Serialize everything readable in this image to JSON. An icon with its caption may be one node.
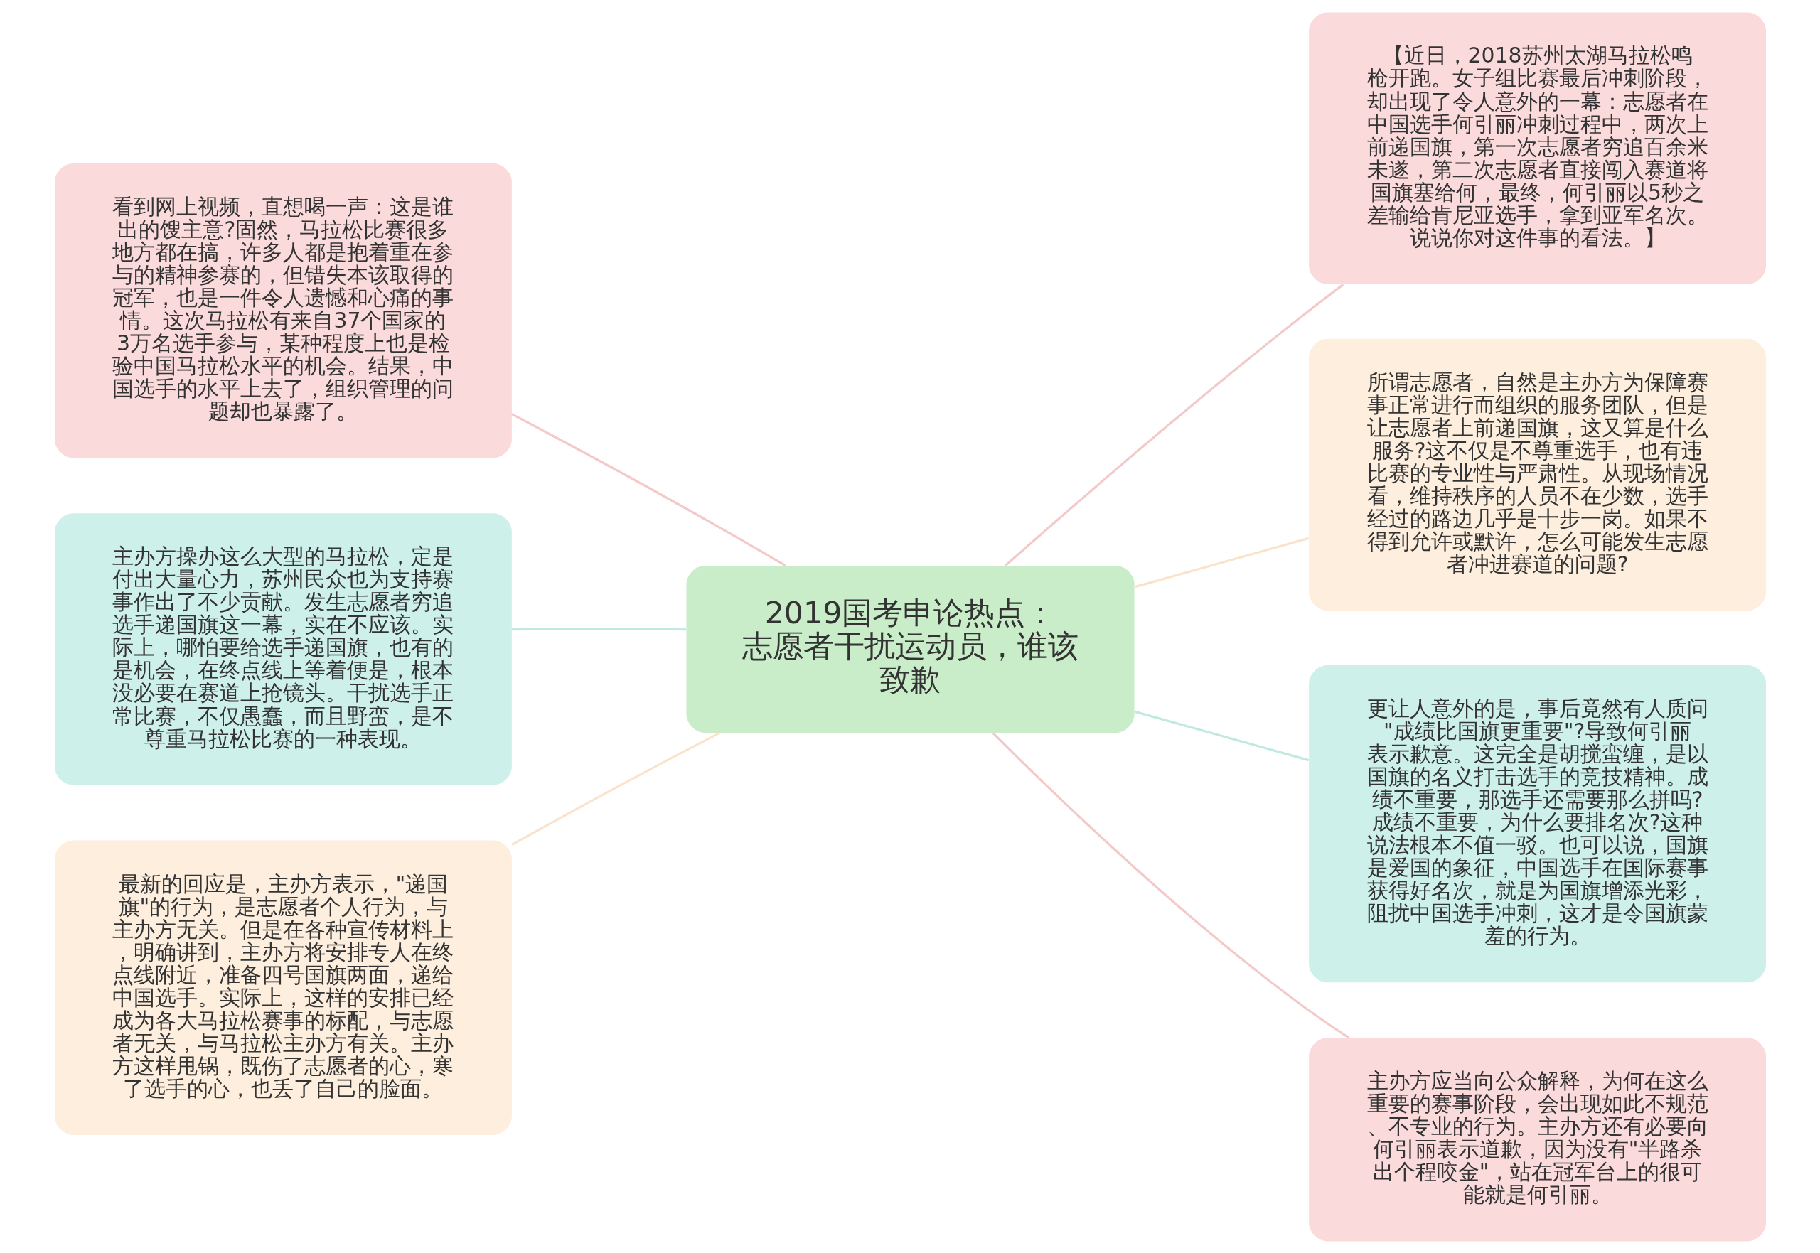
{
  "diagram": {
    "nodes": [
      {
        "text": [
          "2019国考申论热点：志愿者干扰运动员，谁该致歉"
        ]
      },
      {
        "text": [
          "看到网上视频，直想喝一声：这是谁出的馊主意?固然，马拉松比赛很多地方都在搞，许多人都是抱着重在参与的精神参赛的，但错失本该取得的冠军，也是一件令人遗憾和心痛的事情。这次马拉松有来自37个国家的3万名选手参与，某种程度上也是检验中国马拉松水平的机会。结果，中国选手的水平上去了，组织管理的问题却也暴露了。"
        ]
      },
      {
        "text": [
          "主办方操办这么大型的马拉松，定是付出大量心力，苏州民众也为支持赛事作出了不少贡献。发生志愿者穷追选手递国旗这一幕，实在不应该。实际上，哪怕要给选手递国旗，也有的是机会，在终点线上等着便是，根本没必要在赛道上抢镜头。干扰选手正常比赛，不仅愚蠢，而且野蛮，是不尊重马拉松比赛的一种表现。"
        ]
      },
      {
        "text": [
          "最新的回应是，主办方表示，\"递国旗\"的行为，是志愿者个人行为，与主办方无关。但是在各种宣传材料上，明确讲到，主办方将安排专人在终点线附近，准备四号国旗两面，递给中国选手。实际上，这样的安排已经成为各大马拉松赛事的标配，与志愿者无关，与马拉松主办方有关。主办方这样甩锅，既伤了志愿者的心，寒了选手的心，也丢了自己的脸面。"
        ]
      },
      {
        "text": [
          "【近日，2018苏州太湖马拉松鸣枪开跑。女子组比赛最后冲刺阶段，却出现了令人意外的一幕：志愿者在中国选手何引丽冲刺过程中，两次上前递国旗，第一次志愿者穷追百余米未遂，第二次志愿者直接闯入赛道将国旗塞给何，最终，何引丽以5秒之差输给肯尼亚选手，拿到亚军名次。说说你对这件事的看法。】"
        ]
      },
      {
        "text": [
          "所谓志愿者，自然是主办方为保障赛事正常进行而组织的服务团队，但是让志愿者上前递国旗，这又算是什么服务?这不仅是不尊重选手，也有违比赛的专业性与严肃性。从现场情况看，维持秩序的人员不在少数，选手经过的路边几乎是十步一岗。如果不得到允许或默许，怎么可能发生志愿者冲进赛道的问题?"
        ]
      },
      {
        "text": [
          "更让人意外的是，事后竟然有人质问\"成绩比国旗更重要\"?导致何引丽表示歉意。这完全是胡搅蛮缠，是以国旗的名义打击选手的竞技精神。成绩不重要，那选手还需要那么拼吗?成绩不重要，为什么要排名次?这种说法根本不值一驳。也可以说，国旗是爱国的象征，中国选手在国际赛事获得好名次，就是为国旗增添光彩，阻扰中国选手冲刺，这才是令国旗蒙羞的行为。"
        ]
      },
      {
        "text": [
          "主办方应当向公众解释，为何在这么重要的赛事阶段，会出现如此不规范、不专业的行为。主办方还有必要向何引丽表示道歉，因为没有\"半路杀出个程咬金\"，站在冠军台上的很可能就是何引丽。"
        ]
      }
    ],
    "edges": [
      {
        "from": 0,
        "to": 1,
        "arrow": "none",
        "color": "#f3c9c9"
      },
      {
        "from": 0,
        "to": 2,
        "arrow": "none",
        "color": "#bfe9e1"
      },
      {
        "from": 0,
        "to": 3,
        "arrow": "none",
        "color": "#fbe3cb"
      },
      {
        "from": 0,
        "to": 4,
        "arrow": "none",
        "color": "#f3c9c9"
      },
      {
        "from": 0,
        "to": 5,
        "arrow": "none",
        "color": "#fbe3cb"
      },
      {
        "from": 0,
        "to": 6,
        "arrow": "none",
        "color": "#bfe9e1"
      },
      {
        "from": 0,
        "to": 7,
        "arrow": "none",
        "color": "#f3c9c9"
      }
    ]
  }
}
